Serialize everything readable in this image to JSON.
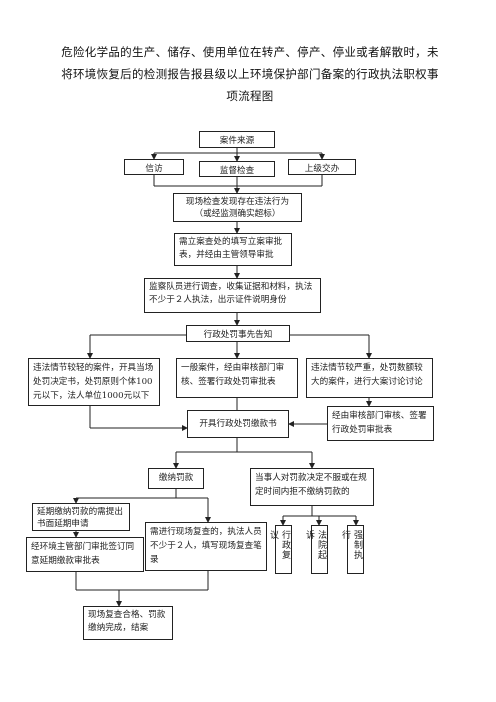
{
  "title": {
    "line1": "危险化学品的生产、储存、使用单位在转产、停产、停业或者解散时，未",
    "line2": "将环境恢复后的检测报告报县级以上环境保护部门备案的行政执法职权事",
    "line3": "项流程图"
  },
  "nodes": {
    "source": "案件来源",
    "letters": "信访",
    "inspection": "监督检查",
    "transfer": "上级交办",
    "found": "现场检查发现存在违法行为（或经监测确实超标）",
    "filing": "需立案查处的填写立案审批表，并经由主管领导审批",
    "investigate": "监察队员进行调查，收集证据和材料，执法不少于２人执法，出示证件说明身份",
    "notice": "行政处罚事先告知",
    "minor": "违法情节较轻的案件，开具当场处罚决定书，处罚原则个体100元以下，法人单位1000元以下",
    "general": "一般案件，经由审核部门审核、签署行政处罚审批表",
    "serious": "违法情节较严重，处罚数额较大的案件，进行大案讨论讨论",
    "issue": "开具行政处罚缴款书",
    "review": "经由审核部门审核、签署行政处罚审批表",
    "pay": "缴纳罚款",
    "refuse": "当事人对罚款决定不服或在规定时间内拒不缴纳罚款的",
    "delay_apply": "延期缴纳罚款的需提出书面延期申请",
    "delay_approve": "经环境主管部门审批签订同意延期缴款审批表",
    "recheck": "需进行现场复查的，执法人员不少于２人，填写现场复查笔录",
    "reconsider": "行政复议",
    "lawsuit": "法院起诉",
    "enforce": "强制执行",
    "done": "现场复查合格、罚款缴纳完成，结案"
  }
}
